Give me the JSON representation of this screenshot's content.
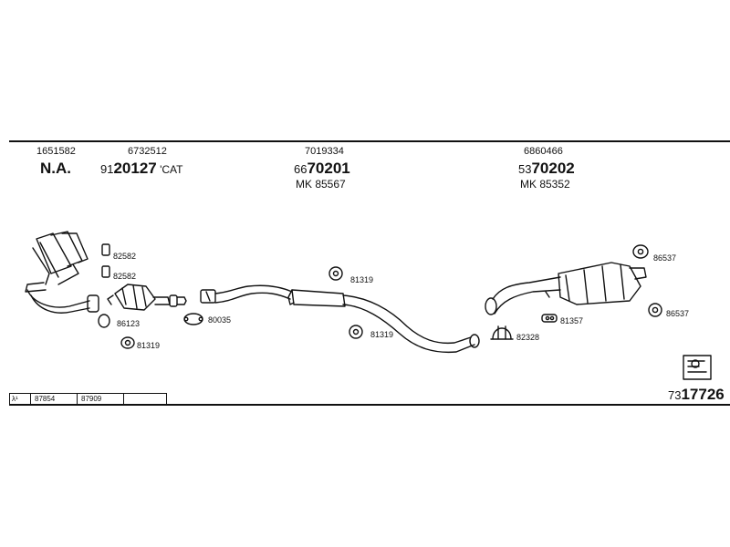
{
  "header": {
    "groups": [
      {
        "ref": "1651582",
        "main": "N.A."
      },
      {
        "ref": "6732512",
        "prefix": "91",
        "code": "20127",
        "suffix": "CAT"
      },
      {
        "ref": "7019334",
        "prefix": "66",
        "code": "70201",
        "mk": "MK  85567"
      },
      {
        "ref": "6860466",
        "prefix": "53",
        "code": "70202",
        "mk": "MK  85352"
      }
    ]
  },
  "parts": {
    "p82582a": "82582",
    "p82582b": "82582",
    "p86123": "86123",
    "p81319a": "81319",
    "p80035": "80035",
    "p81319b": "81319",
    "p81319c": "81319",
    "p82328": "82328",
    "p81357": "81357",
    "p86537a": "86537",
    "p86537b": "86537"
  },
  "legend": {
    "lambda": "λ¹",
    "cells": [
      "87854",
      "87909",
      ""
    ]
  },
  "footer": {
    "prefix": "73",
    "code": "17726"
  }
}
